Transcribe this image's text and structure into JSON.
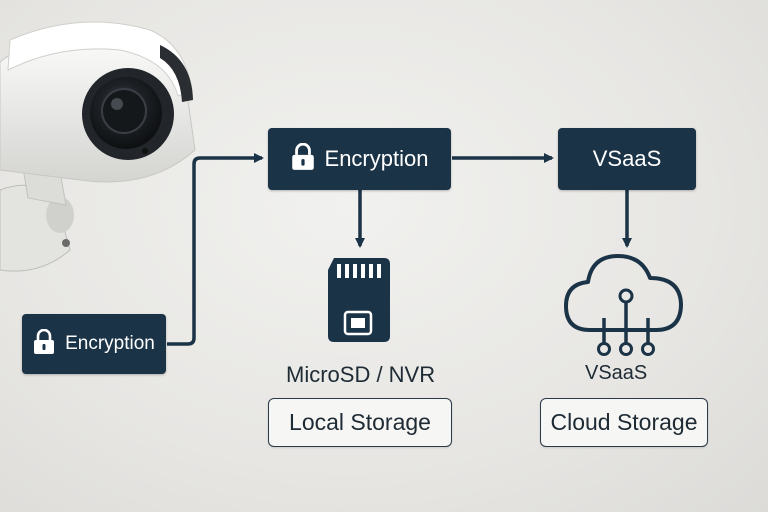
{
  "colors": {
    "node_fill": "#1b3347",
    "node_text": "#ffffff",
    "arrow": "#1b3347",
    "storage_box_fill": "#f6f6f4",
    "storage_box_border": "#2a3a48",
    "caption_text": "#1e2a34"
  },
  "nodes": {
    "encryption_camera": {
      "label": "Encryption",
      "icon": "lock-icon"
    },
    "encryption_main": {
      "label": "Encryption",
      "icon": "lock-icon"
    },
    "vsaas": {
      "label": "VSaaS"
    }
  },
  "storage": {
    "local": {
      "caption": "MicroSD / NVR",
      "box_label": "Local Storage",
      "icon": "microsd-card-icon"
    },
    "cloud": {
      "caption": "VSaaS",
      "box_label": "Cloud Storage",
      "icon": "cloud-network-icon"
    }
  },
  "decor": {
    "camera_icon": "security-camera-icon"
  }
}
